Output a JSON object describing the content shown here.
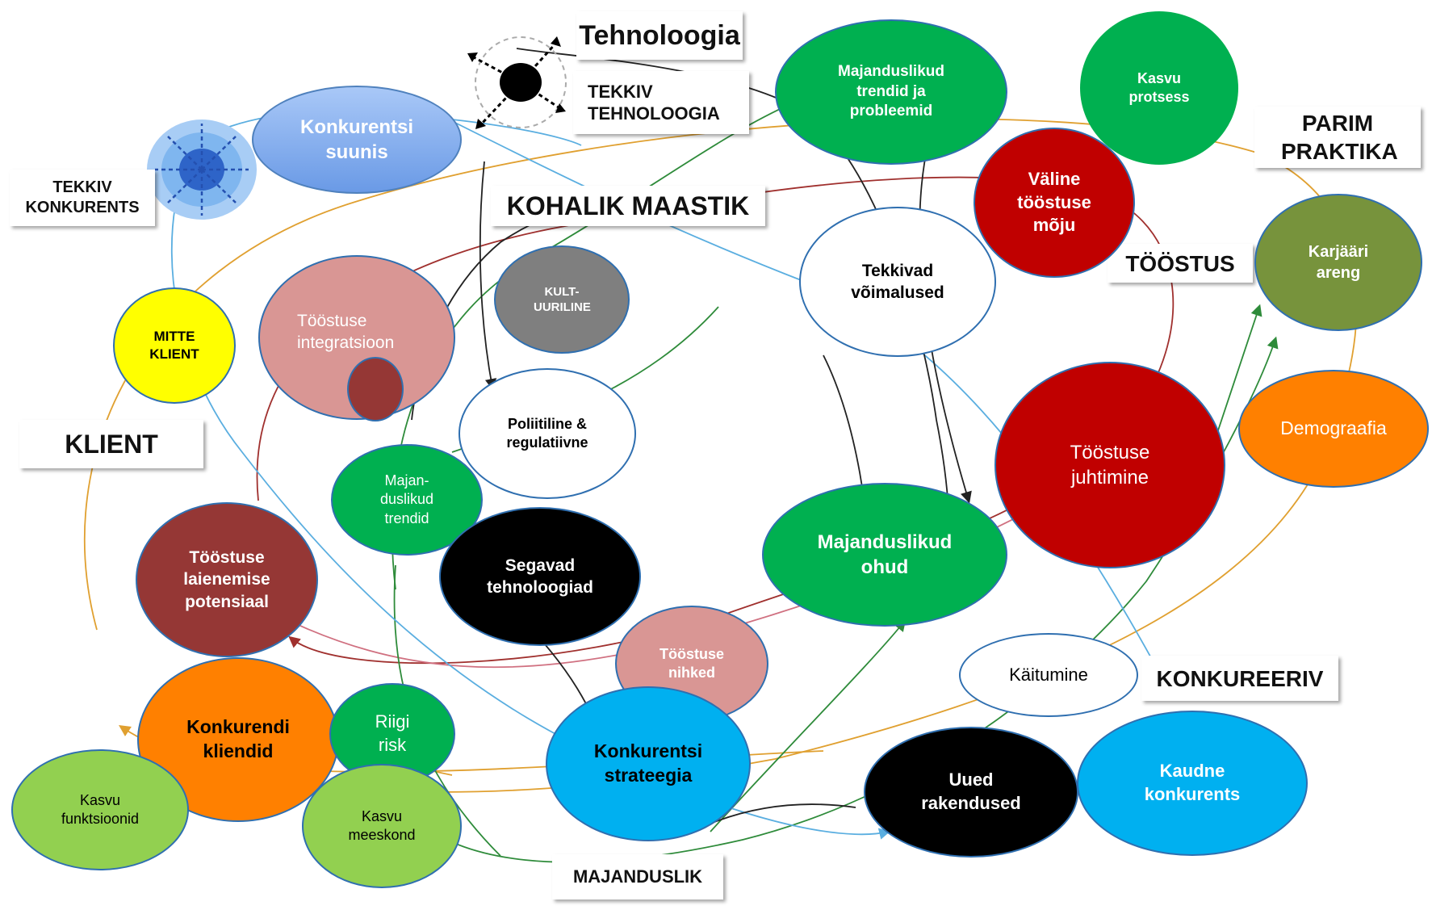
{
  "colors": {
    "green": "#00b050",
    "light_green": "#92d050",
    "olive": "#77933c",
    "dark_red": "#c00000",
    "maroon": "#953735",
    "pink": "#d99694",
    "orange": "#ff8000",
    "yellow": "#ffff00",
    "cyan": "#00b0f0",
    "blue": "#6fa8f0",
    "gray": "#7f7f7f",
    "black": "#000000",
    "white": "#ffffff"
  },
  "labels": {
    "tehnoloogia": "Tehnoloogia",
    "tekkiv_tehnoloogia": "TEKKIV TEHNOLOOGIA",
    "kohalik_maastik": "KOHALIK MAASTIK",
    "tekkiv_konkurents": "TEKKIV KONKURENTS",
    "klient": "KLIENT",
    "parim_praktika": "PARIM PRAKTIKA",
    "toostus": "TÖÖSTUS",
    "konkureeriv": "KONKUREERIV",
    "majanduslik": "MAJANDUSLIK"
  },
  "nodes": {
    "konkurentsi_suunis": "Konkurentsi suunis",
    "majanduslikud_trendid_ja_probleemid": "Majanduslikud trendid ja probleemid",
    "kasvu_protsess": "Kasvu protsess",
    "valine_toostuse_moju": "Väline tööstuse mõju",
    "tekkivad_voimalused": "Tekkivad võimalused",
    "karjaari_areng": "Karjääri areng",
    "mitte_klient": "MITTE KLIENT",
    "toostuse_integratsioon": "Tööstuse integratsioon",
    "kultuuriline": "KULT-UURILINE",
    "poliitiline": "Poliitiline & regulatiivne",
    "majanduslikud_trendid": "Majan-duslikud trendid",
    "toostuse_juhtimine": "Tööstuse juhtimine",
    "demograafia": "Demograafia",
    "toostuse_laienemise_potensiaal": "Tööstuse laienemise potensiaal",
    "segavad_tehnoloogiad": "Segavad tehnoloogiad",
    "majanduslikud_ohud": "Majanduslikud ohud",
    "toostuse_nihked": "Tööstuse nihked",
    "kaitumine": "Käitumine",
    "konkurendi_kliendid": "Konkurendi kliendid",
    "riigi_risk": "Riigi risk",
    "konkurentsi_strateegia": "Konkurentsi strateegia",
    "uued_rakendused": "Uued rakendused",
    "kaudne_konkurents": "Kaudne konkurents",
    "kasvu_funktsioonid": "Kasvu funktsioonid",
    "kasvu_meeskond": "Kasvu meeskond"
  },
  "icons": [
    "emerging-technology-burst-icon",
    "emerging-competition-burst-icon"
  ]
}
